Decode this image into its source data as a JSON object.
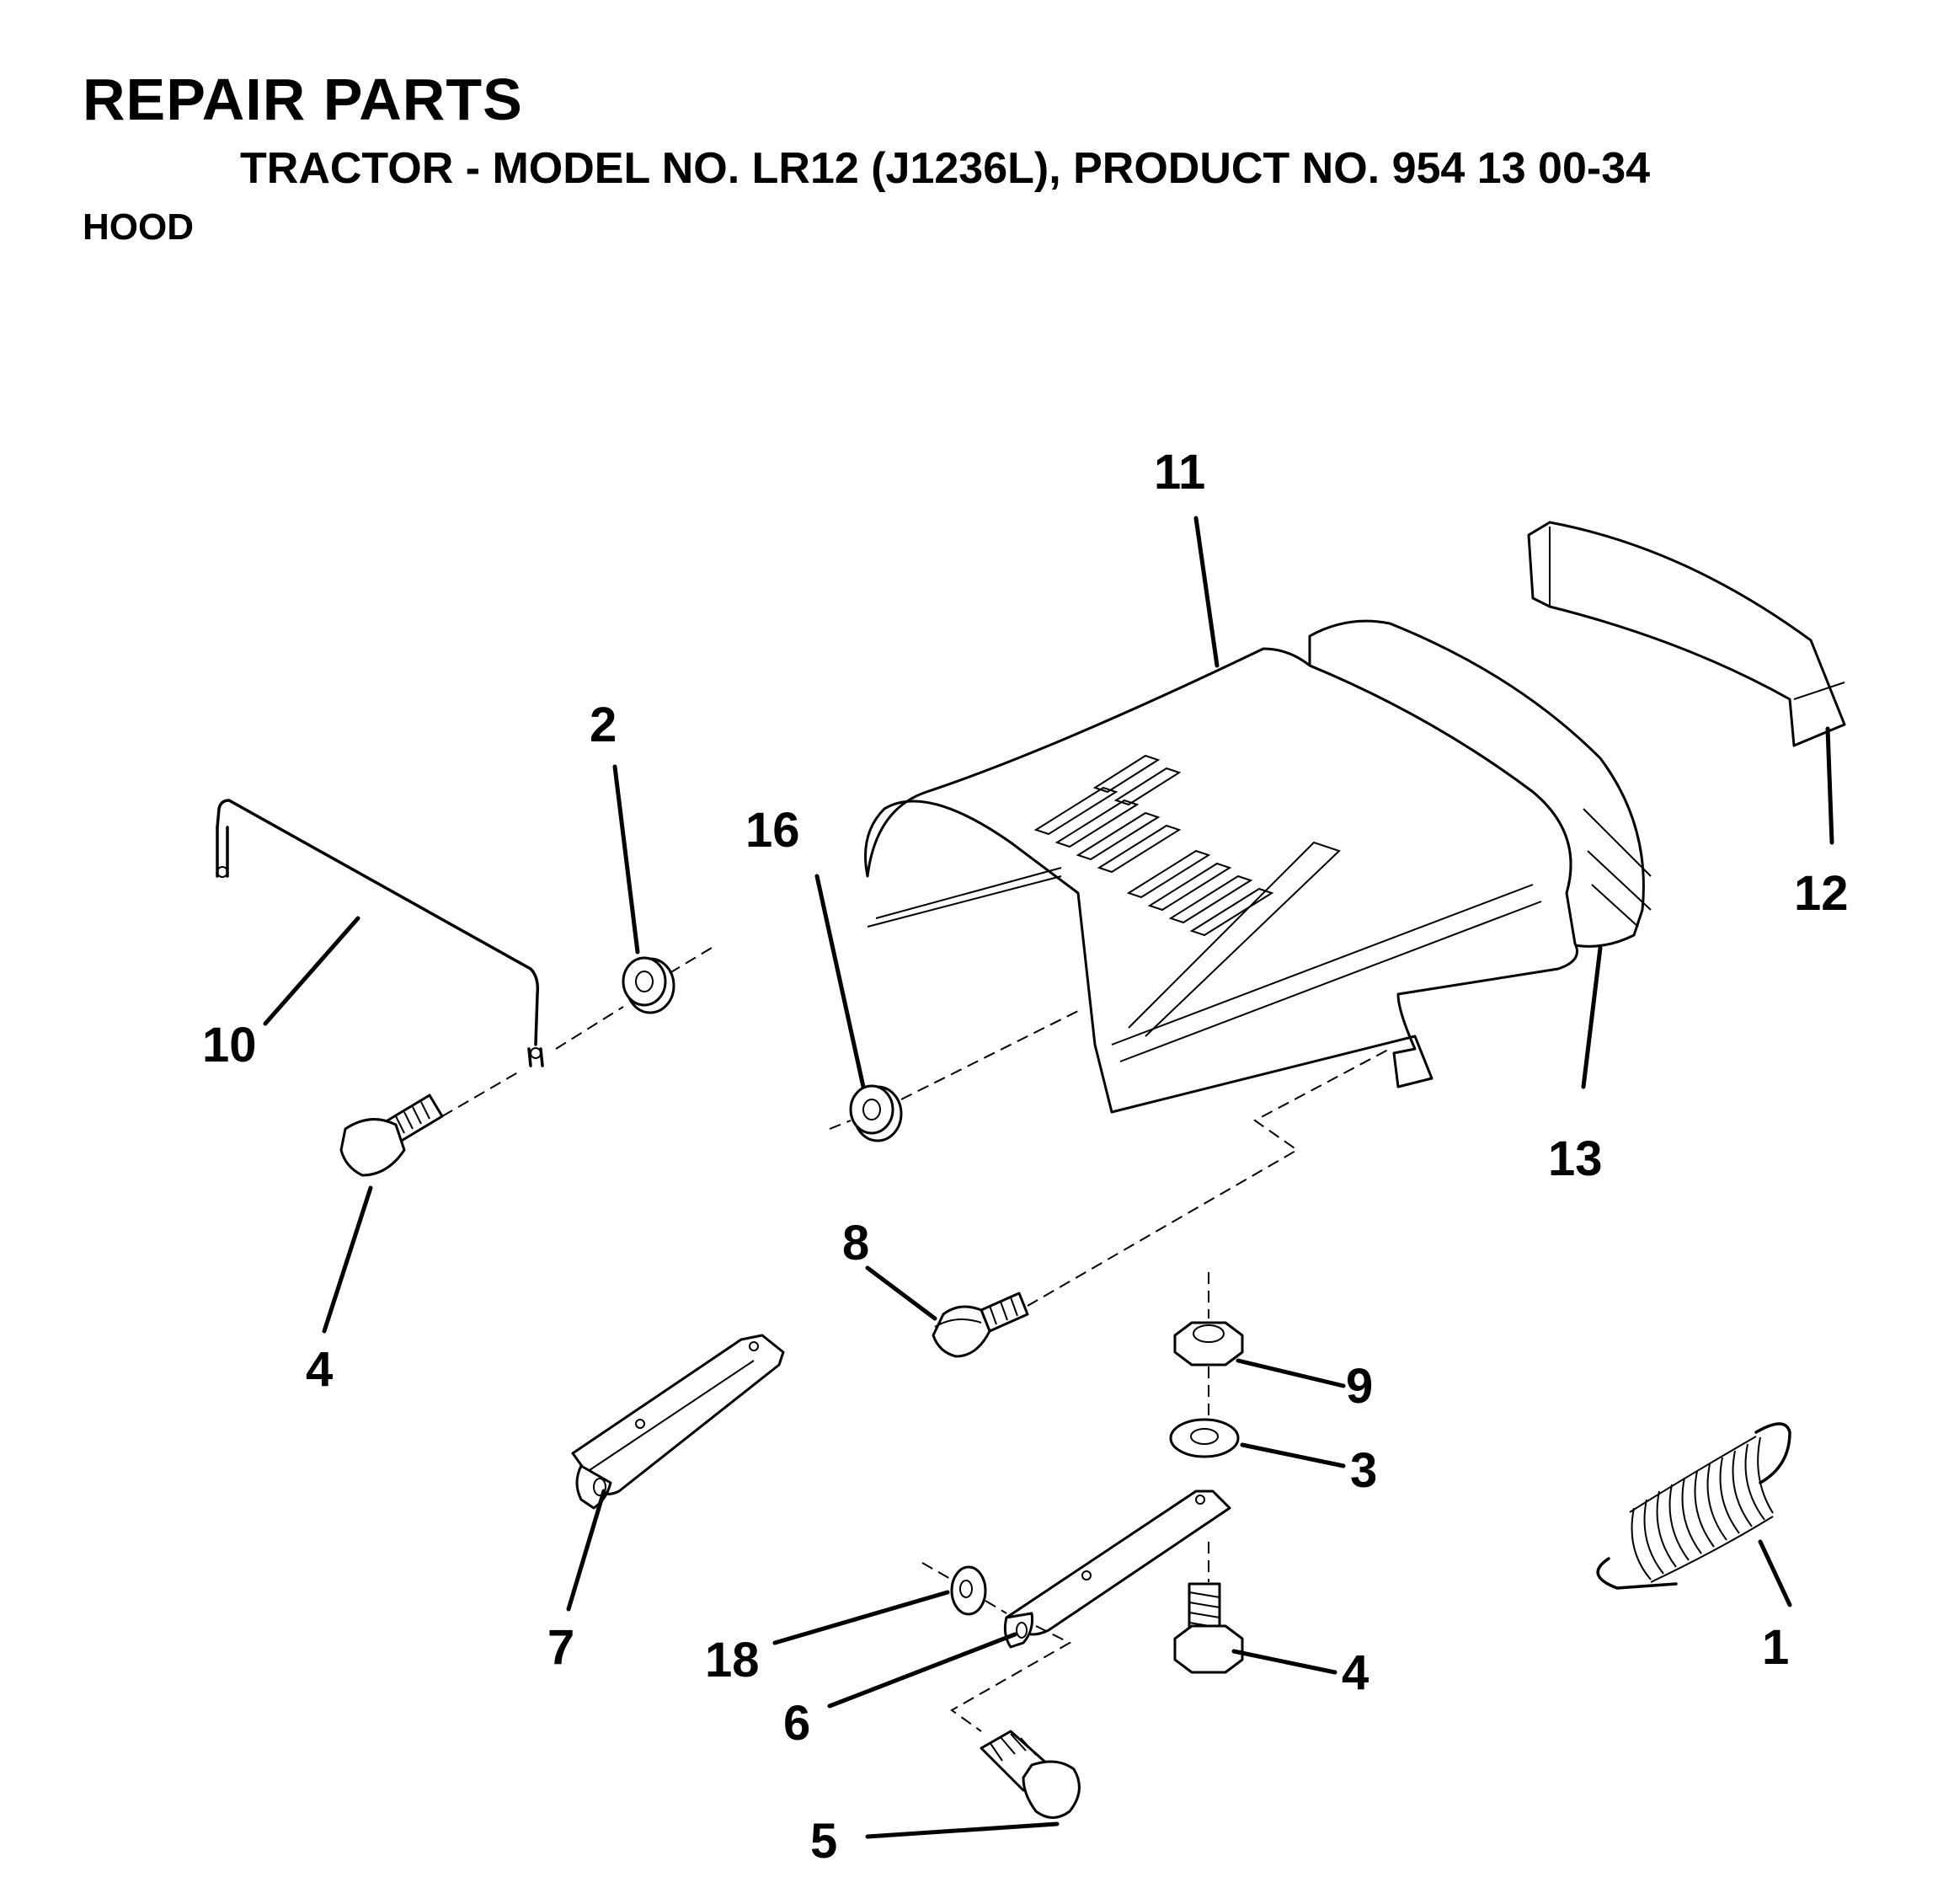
{
  "header": {
    "title": "REPAIR PARTS",
    "subtitle": "TRACTOR - MODEL NO. LR12 (J1236L), PRODUCT NO. 954 13 00-34",
    "section": "HOOD"
  },
  "callouts": {
    "c1": "1",
    "c2": "2",
    "c3": "3",
    "c4a": "4",
    "c4b": "4",
    "c5": "5",
    "c6": "6",
    "c7": "7",
    "c8": "8",
    "c9": "9",
    "c10": "10",
    "c11": "11",
    "c12": "12",
    "c13": "13",
    "c16": "16",
    "c18": "18"
  }
}
